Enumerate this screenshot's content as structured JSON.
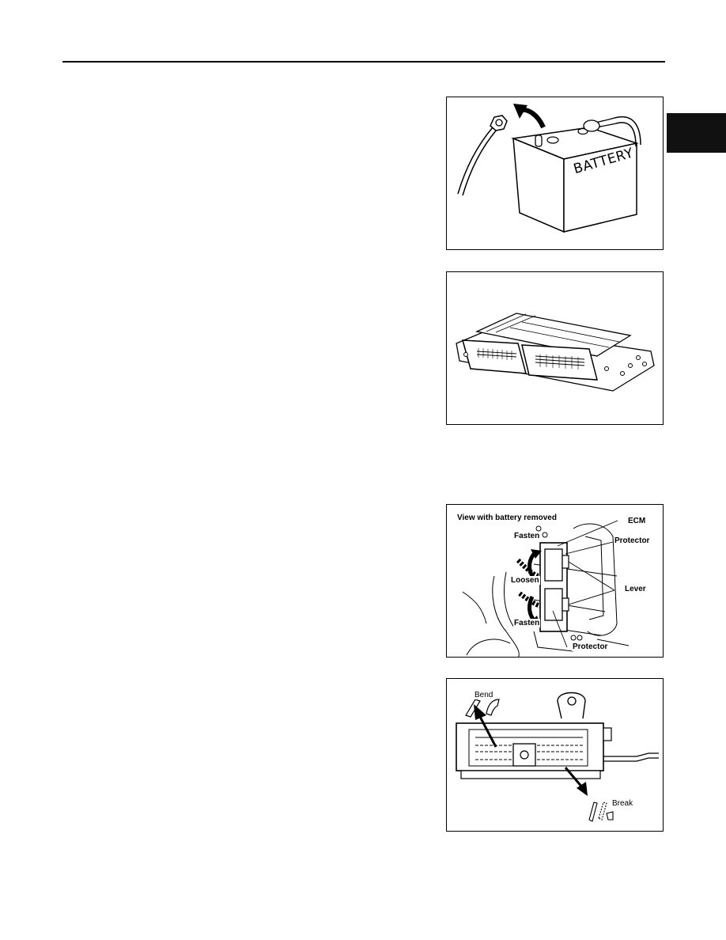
{
  "figures": {
    "battery": {
      "label": "BATTERY"
    },
    "ecm_unit": {},
    "ecm_location": {
      "title": "View with battery removed",
      "labels": {
        "ecm": "ECM",
        "protector_top": "Protector",
        "fasten_top": "Fasten",
        "loosen": "Loosen",
        "lever": "Lever",
        "fasten_bottom": "Fasten",
        "protector_bottom": "Protector"
      }
    },
    "protector_tab": {
      "labels": {
        "bend": "Bend",
        "break": "Break"
      }
    }
  }
}
